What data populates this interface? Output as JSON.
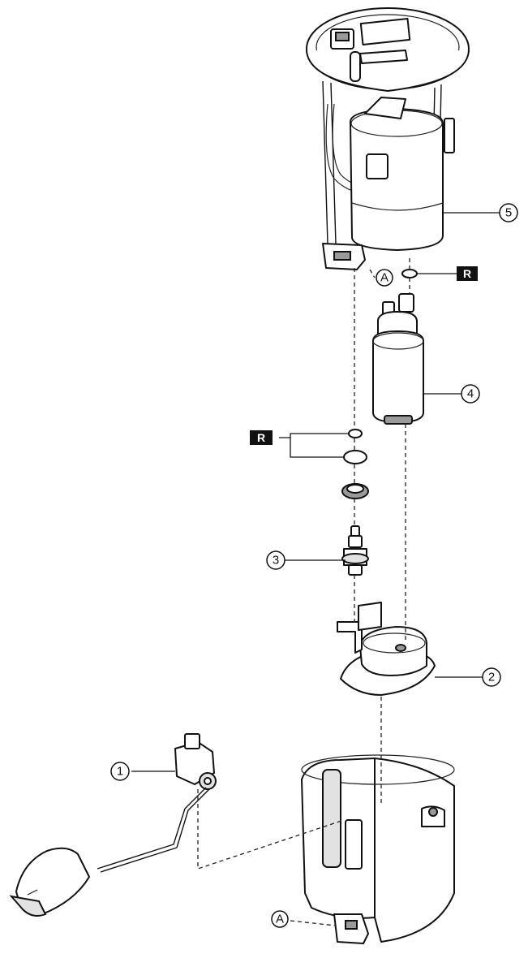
{
  "callouts": {
    "part_1": "1",
    "part_2": "2",
    "part_3": "3",
    "part_4": "4",
    "part_5": "5",
    "ref_a_top": "A",
    "ref_a_bottom": "A"
  },
  "badges": {
    "replace_top": "R",
    "replace_middle": "R"
  }
}
